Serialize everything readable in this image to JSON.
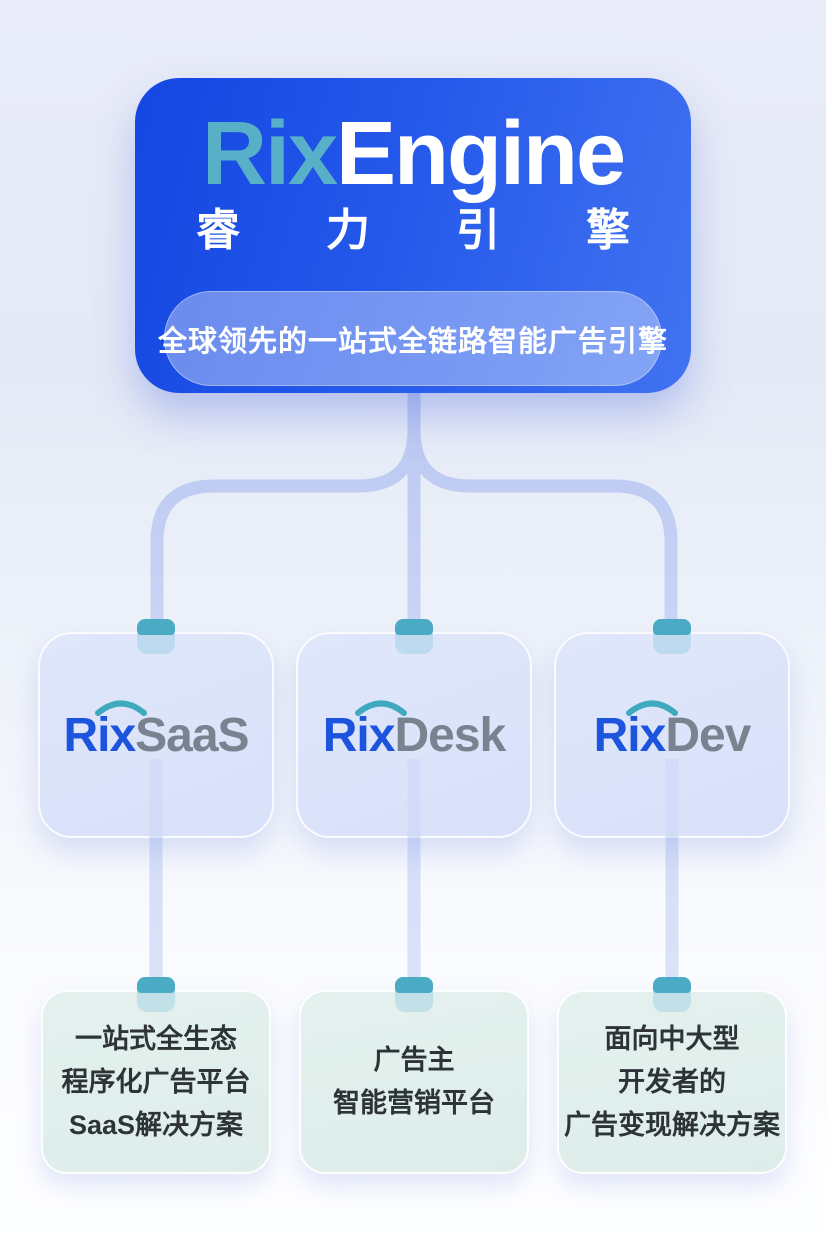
{
  "header": {
    "logo": {
      "prefix": "Rix",
      "suffix": "Engine"
    },
    "cn_title": "睿力引擎",
    "tagline": "全球领先的一站式全链路智能广告引擎"
  },
  "products": [
    {
      "logo_prefix": "Rix",
      "logo_suffix": "SaaS",
      "description": "一站式全生态\n程序化广告平台\nSaaS解决方案"
    },
    {
      "logo_prefix": "Rix",
      "logo_suffix": "Desk",
      "description": "广告主\n智能营销平台"
    },
    {
      "logo_prefix": "Rix",
      "logo_suffix": "Dev",
      "description": "面向中大型\n开发者的\n广告变现解决方案"
    }
  ],
  "colors": {
    "hero_gradient_start": "#1446E1",
    "hero_gradient_end": "#4173F1",
    "hero_logo_prefix": "#58AFC8",
    "hero_logo_suffix": "#FFFFFF",
    "tagline_pill": "rgba(255,255,255,0.36)",
    "product_card_bg": "#DAE2F9",
    "product_logo_prefix": "#1C54DE",
    "product_logo_suffix": "#79828F",
    "product_logo_arc": "#3FA9BE",
    "connector_line": "#C4CFF4",
    "connector_node": "#4CABC4",
    "description_card_bg": "#E1EFEC",
    "description_text": "#2E3338",
    "page_background_top": "#E9ECF8",
    "page_background_bottom": "#FDFEFF"
  }
}
